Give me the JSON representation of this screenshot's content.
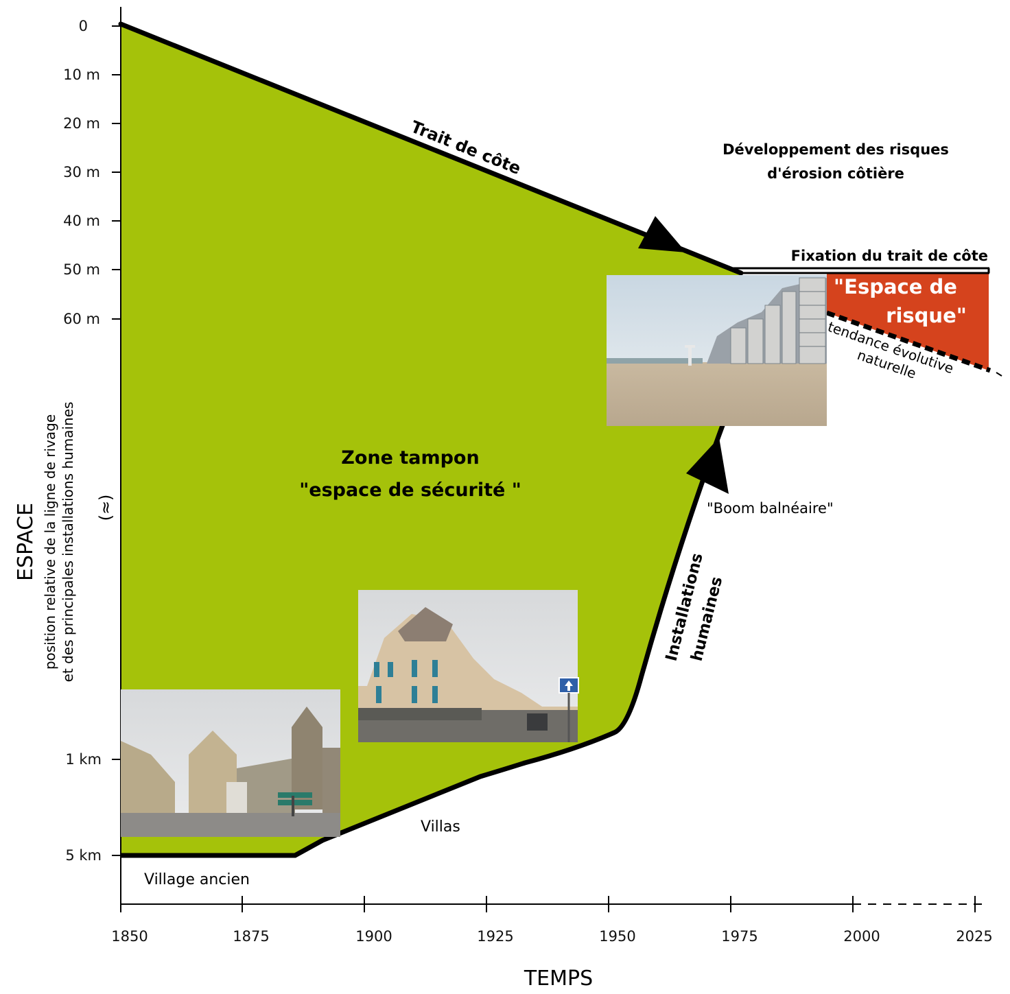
{
  "title": {
    "espace": "ESPACE",
    "espace_sub1": "position relative de la  ligne de rivage",
    "espace_sub2": "et des principales installations humaines",
    "approx_symbol": "(≈)",
    "temps": "TEMPS"
  },
  "y_axis": {
    "ticks": [
      "0",
      "10 m",
      "20 m",
      "30 m",
      "40 m",
      "50 m",
      "60 m",
      "1 km",
      "5 km"
    ]
  },
  "x_axis": {
    "ticks": [
      "1850",
      "1875",
      "1900",
      "1925",
      "1950",
      "1975",
      "2000",
      "2025"
    ]
  },
  "labels": {
    "trait_de_cote": "Trait de côte",
    "developpement_1": "Développement des risques",
    "developpement_2": "d'érosion côtière",
    "fixation": "Fixation du trait de côte",
    "espace_risque_1": "\"Espace de",
    "espace_risque_2": "risque\"",
    "tendance_1": "tendance  évolutive",
    "tendance_2": "naturelle",
    "zone_tampon_1": "Zone tampon",
    "zone_tampon_2": "\"espace de sécurité \"",
    "boom": "\"Boom balnéaire\"",
    "installations_1": "Installations",
    "installations_2": "humaines",
    "villas": "Villas",
    "village": "Village ancien"
  },
  "colors": {
    "zone": "#a5c20a",
    "risk": "#d5431d",
    "line": "#000000"
  },
  "photos": {
    "beach": "beach-resort-photo",
    "villa": "villa-street-photo",
    "village": "old-village-photo"
  }
}
